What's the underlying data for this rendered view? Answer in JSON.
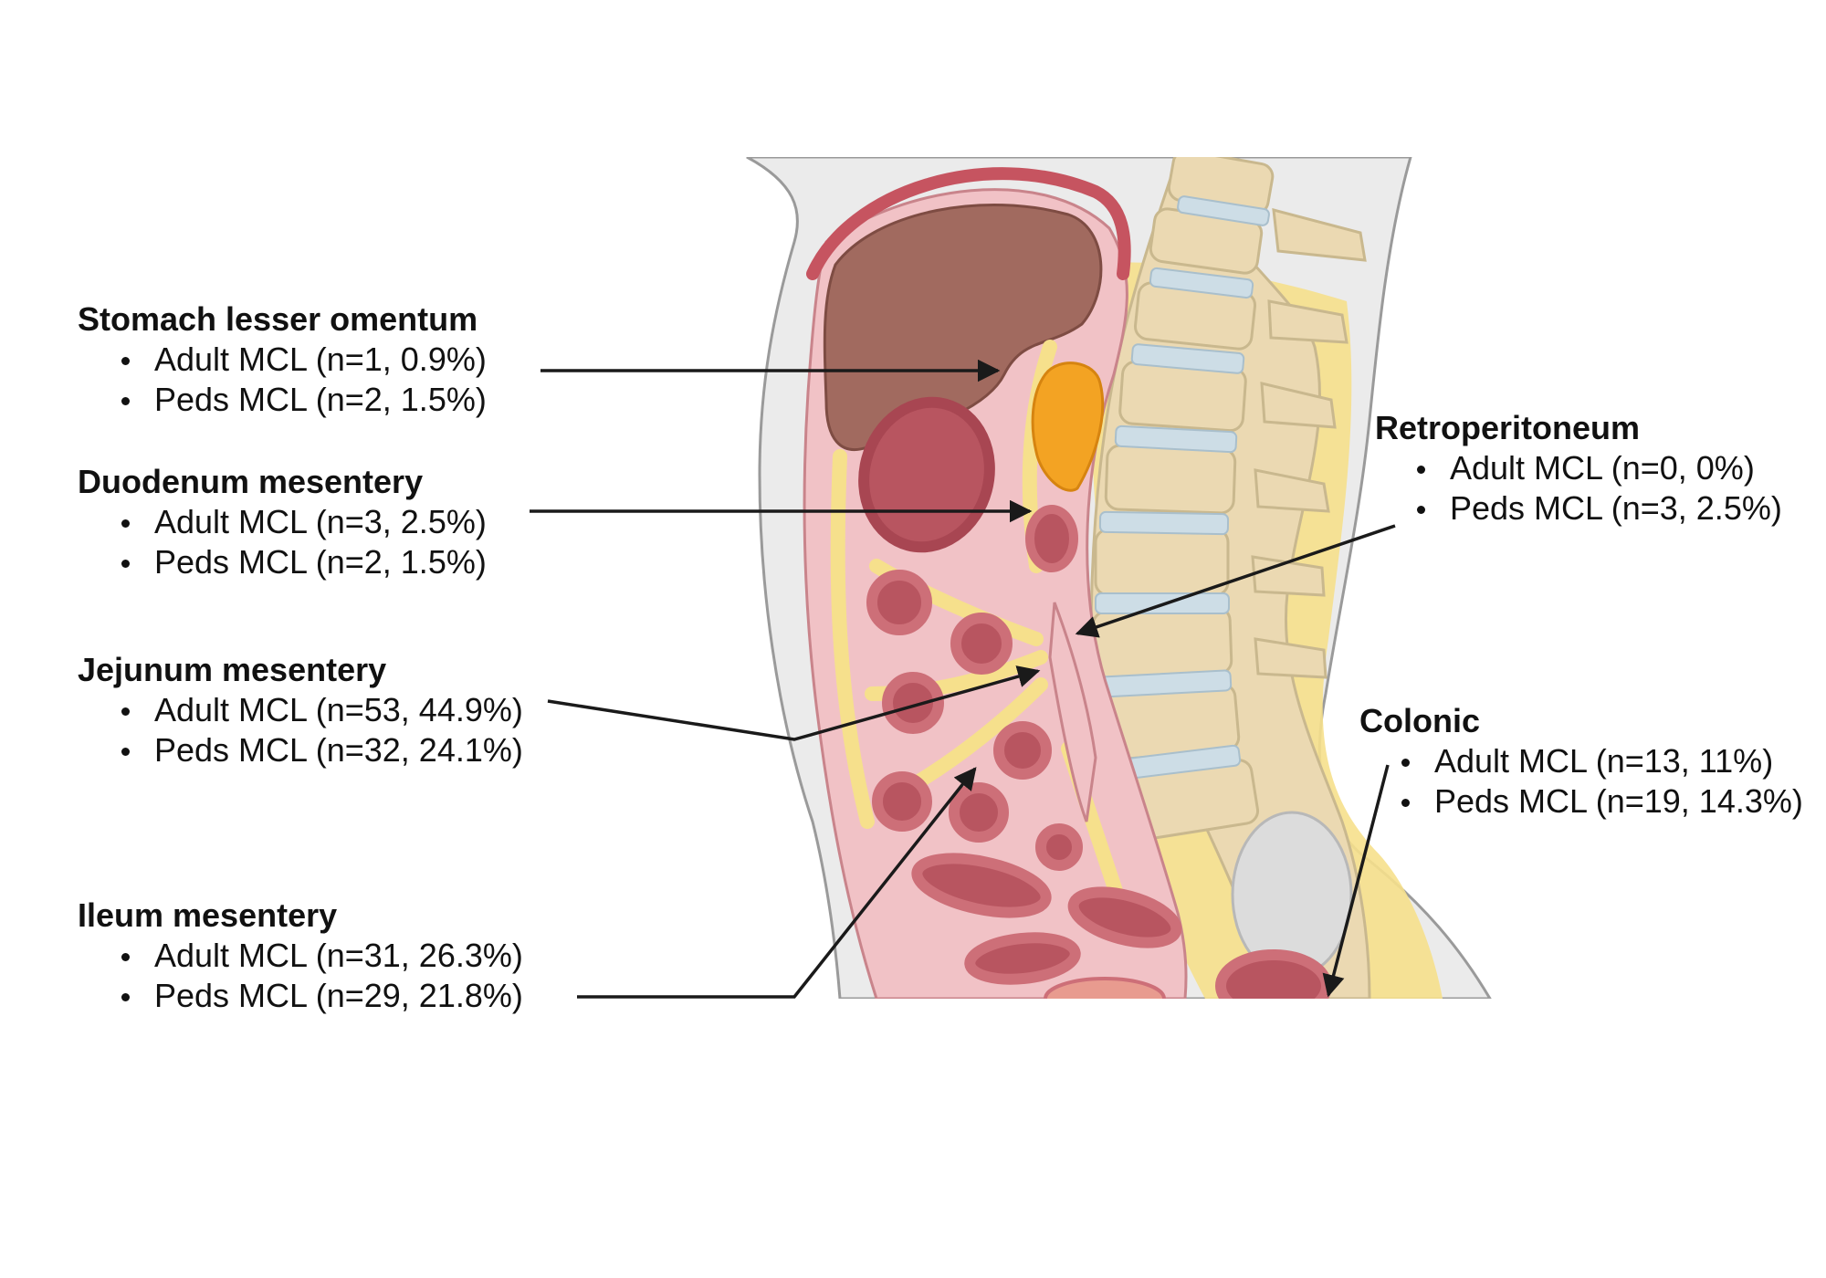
{
  "colors": {
    "skin": "#ebebeb",
    "skin_outline": "#9a9a9a",
    "peritoneum": "#f1c2c6",
    "intestine_wall": "#cd6f78",
    "intestine_lumen": "#b85560",
    "liver": "#a16a5f",
    "fat": "#f6e08c",
    "pancreas": "#f3a323",
    "bone": "#ebd9b2",
    "disc": "#cddde6",
    "arrow": "#1a1a1a"
  },
  "labels": [
    {
      "id": "stomach-lesser-omentum",
      "title": "Stomach lesser omentum",
      "items": [
        "Adult MCL (n=1, 0.9%)",
        "Peds MCL (n=2, 1.5%)"
      ]
    },
    {
      "id": "duodenum-mesentery",
      "title": "Duodenum mesentery",
      "items": [
        "Adult MCL (n=3, 2.5%)",
        "Peds MCL (n=2, 1.5%)"
      ]
    },
    {
      "id": "jejunum-mesentery",
      "title": "Jejunum mesentery",
      "items": [
        "Adult MCL (n=53, 44.9%)",
        "Peds MCL (n=32, 24.1%)"
      ]
    },
    {
      "id": "ileum-mesentery",
      "title": "Ileum mesentery",
      "items": [
        "Adult MCL (n=31, 26.3%)",
        "Peds MCL (n=29, 21.8%)"
      ]
    },
    {
      "id": "retroperitoneum",
      "title": "Retroperitoneum",
      "items": [
        "Adult MCL (n=0, 0%)",
        "Peds MCL (n=3, 2.5%)"
      ]
    },
    {
      "id": "colonic",
      "title": "Colonic",
      "items": [
        "Adult MCL (n=13, 11%)",
        "Peds MCL (n=19, 14.3%)"
      ]
    }
  ]
}
